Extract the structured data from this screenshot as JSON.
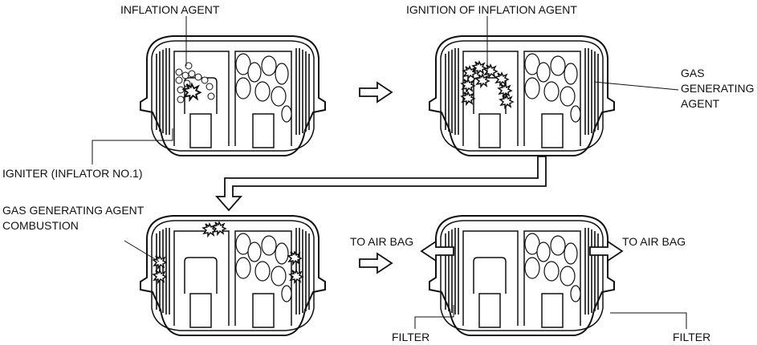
{
  "labels": {
    "inflation_agent": "INFLATION AGENT",
    "ignition": "IGNITION OF INFLATION AGENT",
    "gas_generating_agent": [
      "GAS",
      "GENERATING",
      "AGENT"
    ],
    "igniter": "IGNITER (INFLATOR NO.1)",
    "combustion": [
      "GAS GENERATING AGENT",
      "COMBUSTION"
    ],
    "to_air_bag_left": "TO AIR BAG",
    "to_air_bag_right": "TO AIR BAG",
    "filter_left": "FILTER",
    "filter_right": "FILTER"
  }
}
